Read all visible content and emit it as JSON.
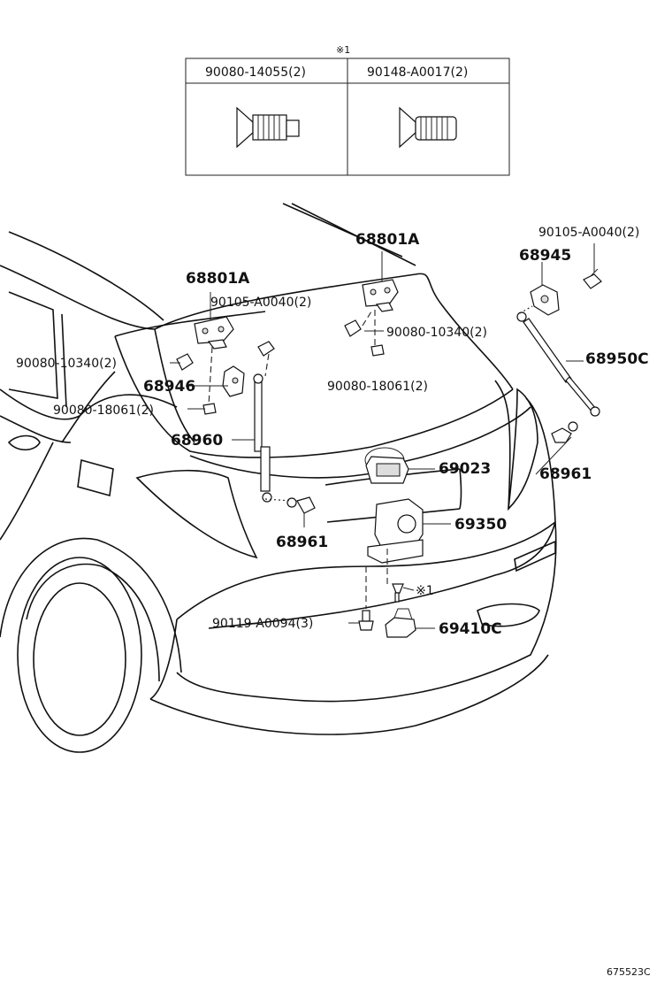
{
  "inset": {
    "ref_mark": "※1",
    "columns": [
      {
        "part": "90080-14055(2)"
      },
      {
        "part": "90148-A0017(2)"
      }
    ]
  },
  "callouts": {
    "c_68801A_right": "68801A",
    "c_68801A_left": "68801A",
    "c_90105_right": "90105-A0040(2)",
    "c_90105_left": "90105-A0040(2)",
    "c_68945": "68945",
    "c_90080_10340_right": "90080-10340(2)",
    "c_90080_10340_left": "90080-10340(2)",
    "c_68950C": "68950C",
    "c_68946": "68946",
    "c_90080_18061_right": "90080-18061(2)",
    "c_90080_18061_left": "90080-18061(2)",
    "c_68960": "68960",
    "c_69023": "69023",
    "c_68961_right": "68961",
    "c_69350": "69350",
    "c_68961_left": "68961",
    "c_ref1": "※1",
    "c_90119": "90119-A0094(3)",
    "c_69410C": "69410C"
  },
  "diagram_id": "675523C"
}
